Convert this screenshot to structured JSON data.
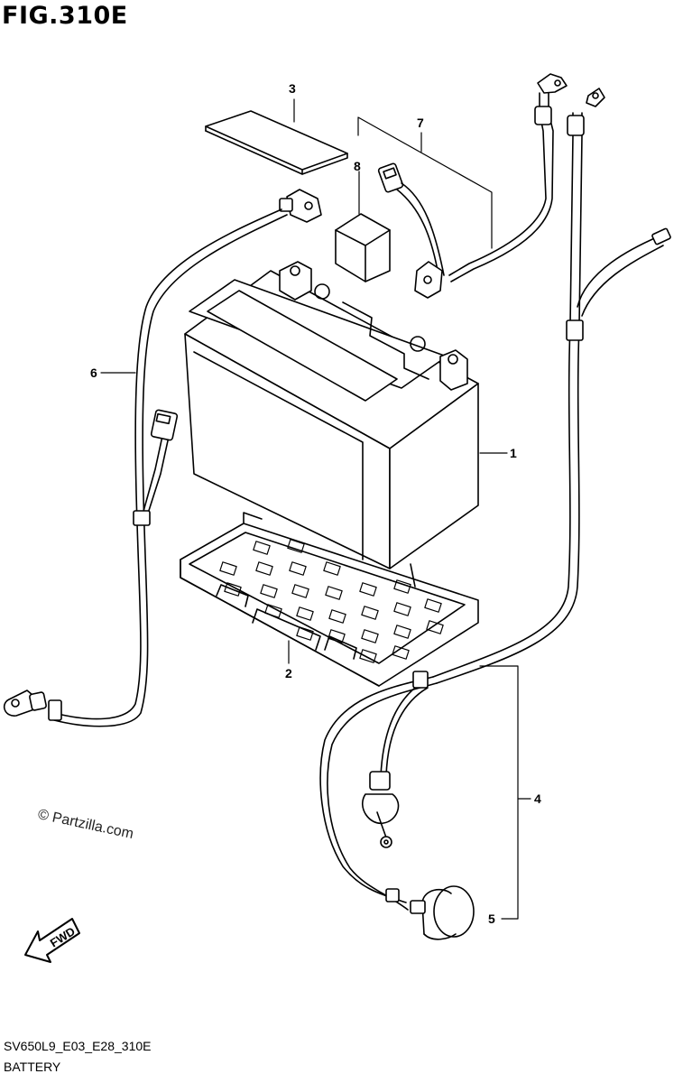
{
  "figure": {
    "title": "FIG.310E",
    "model_code": "SV650L9_E03_E28_310E",
    "name": "BATTERY",
    "watermark": "© Partzilla.com",
    "fwd_label": "FWD"
  },
  "callouts": [
    "1",
    "2",
    "3",
    "4",
    "5",
    "6",
    "7",
    "8"
  ]
}
